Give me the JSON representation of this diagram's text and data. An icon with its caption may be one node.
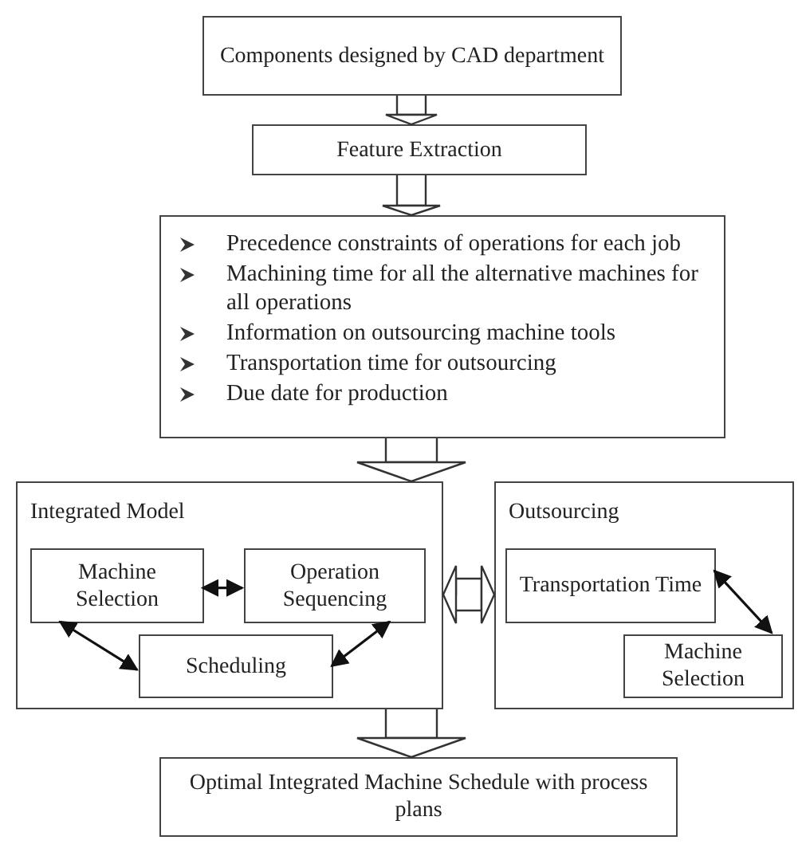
{
  "diagram": {
    "nodes": [
      {
        "text": [
          "Components designed by CAD department"
        ]
      },
      {
        "text": [
          "Feature Extraction"
        ]
      },
      {
        "text": [
          "Precedence constraints of operations for each job",
          "Machining time for all the alternative machines for all operations",
          "Information on outsourcing machine tools",
          "Transportation time for outsourcing",
          "Due date for production"
        ]
      },
      {
        "text": [
          "Integrated Model"
        ]
      },
      {
        "text": [
          "Machine Selection"
        ],
        "in": 3
      },
      {
        "text": [
          "Operation Sequencing"
        ],
        "in": 3
      },
      {
        "text": [
          "Scheduling"
        ],
        "in": 3
      },
      {
        "text": [
          "Outsourcing"
        ]
      },
      {
        "text": [
          "Transportation Time"
        ],
        "in": 7
      },
      {
        "text": [
          "Machine Selection"
        ],
        "in": 7
      },
      {
        "text": [
          "Optimal Integrated Machine Schedule with process plans"
        ]
      }
    ],
    "edges": [
      {
        "from": 0,
        "to": 1,
        "arrow": "to"
      },
      {
        "from": 1,
        "to": 2,
        "arrow": "to"
      },
      {
        "from": 2,
        "to": 3,
        "arrow": "to"
      },
      {
        "from": 3,
        "to": 7,
        "arrow": "both"
      },
      {
        "from": 4,
        "to": 5,
        "arrow": "both"
      },
      {
        "from": 4,
        "to": 6,
        "arrow": "both"
      },
      {
        "from": 5,
        "to": 6,
        "arrow": "both"
      },
      {
        "from": 8,
        "to": 9,
        "arrow": "both"
      },
      {
        "from": 3,
        "to": 10,
        "arrow": "to"
      }
    ]
  }
}
